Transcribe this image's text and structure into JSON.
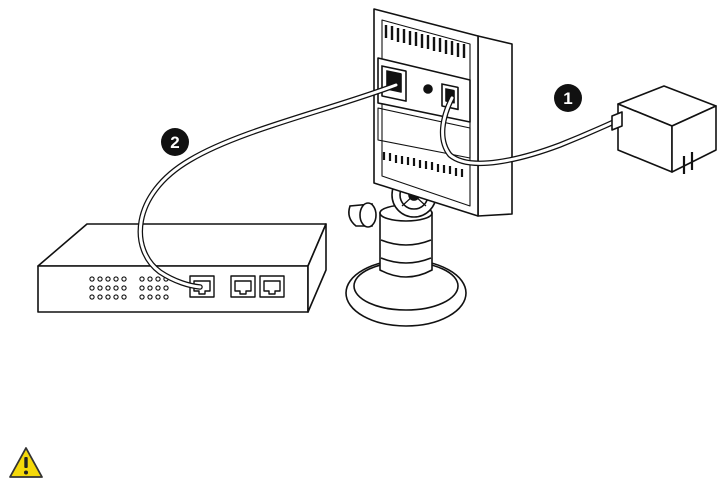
{
  "callouts": [
    {
      "id": "power",
      "number": "1"
    },
    {
      "id": "network",
      "number": "2"
    }
  ],
  "icons": {
    "warning": "warning-triangle-icon"
  },
  "colors": {
    "ink": "#111111",
    "paper": "#ffffff",
    "warning_fill": "#f5d90a",
    "warning_stroke": "#333333"
  }
}
